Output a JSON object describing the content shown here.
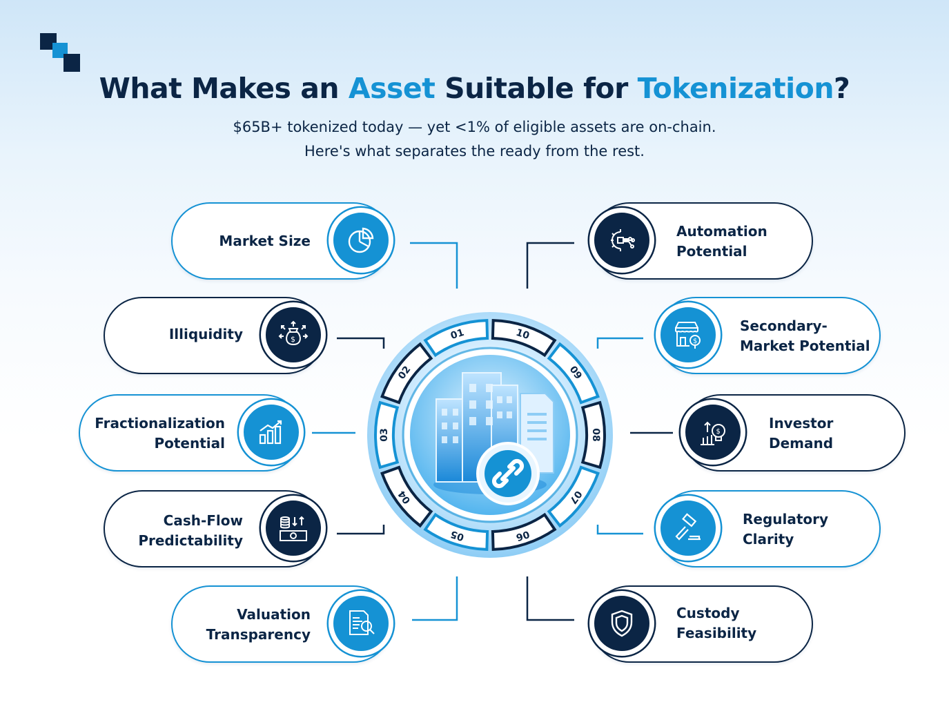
{
  "title": {
    "part1": "What Makes an ",
    "accent1": "Asset",
    "part2": " Suitable for ",
    "accent2": "Tokenization",
    "part3": "?"
  },
  "subtitle": {
    "line1": "$65B+ tokenized today — yet <1% of eligible assets are on-chain.",
    "line2": "Here's what separates the ready from the rest."
  },
  "colors": {
    "navy": "#0b2545",
    "blue": "#1592d4"
  },
  "hub": {
    "icon": "building-chain-icon",
    "segments": [
      "01",
      "02",
      "03",
      "04",
      "05",
      "06",
      "07",
      "08",
      "09",
      "10"
    ]
  },
  "factors": [
    {
      "num": "01",
      "line1": "Market Size",
      "line2": "",
      "icon": "pie-chart-icon",
      "style": "light"
    },
    {
      "num": "02",
      "line1": "Illiquidity",
      "line2": "",
      "icon": "money-bag-icon",
      "style": "dark"
    },
    {
      "num": "03",
      "line1": "Fractionalization",
      "line2": "Potential",
      "icon": "bar-chart-icon",
      "style": "light"
    },
    {
      "num": "04",
      "line1": "Cash-Flow",
      "line2": "Predictability",
      "icon": "cash-flow-icon",
      "style": "dark"
    },
    {
      "num": "05",
      "line1": "Valuation",
      "line2": "Transparency",
      "icon": "document-search-icon",
      "style": "light"
    },
    {
      "num": "06",
      "line1": "Custody",
      "line2": "Feasibility",
      "icon": "shield-icon",
      "style": "dark"
    },
    {
      "num": "07",
      "line1": "Regulatory",
      "line2": "Clarity",
      "icon": "gavel-icon",
      "style": "light"
    },
    {
      "num": "08",
      "line1": "Investor",
      "line2": "Demand",
      "icon": "investor-bulb-icon",
      "style": "dark"
    },
    {
      "num": "09",
      "line1": "Secondary-",
      "line2": "Market Potential",
      "icon": "storefront-icon",
      "style": "light"
    },
    {
      "num": "10",
      "line1": "Automation",
      "line2": "Potential",
      "icon": "gear-circuit-icon",
      "style": "dark"
    }
  ]
}
